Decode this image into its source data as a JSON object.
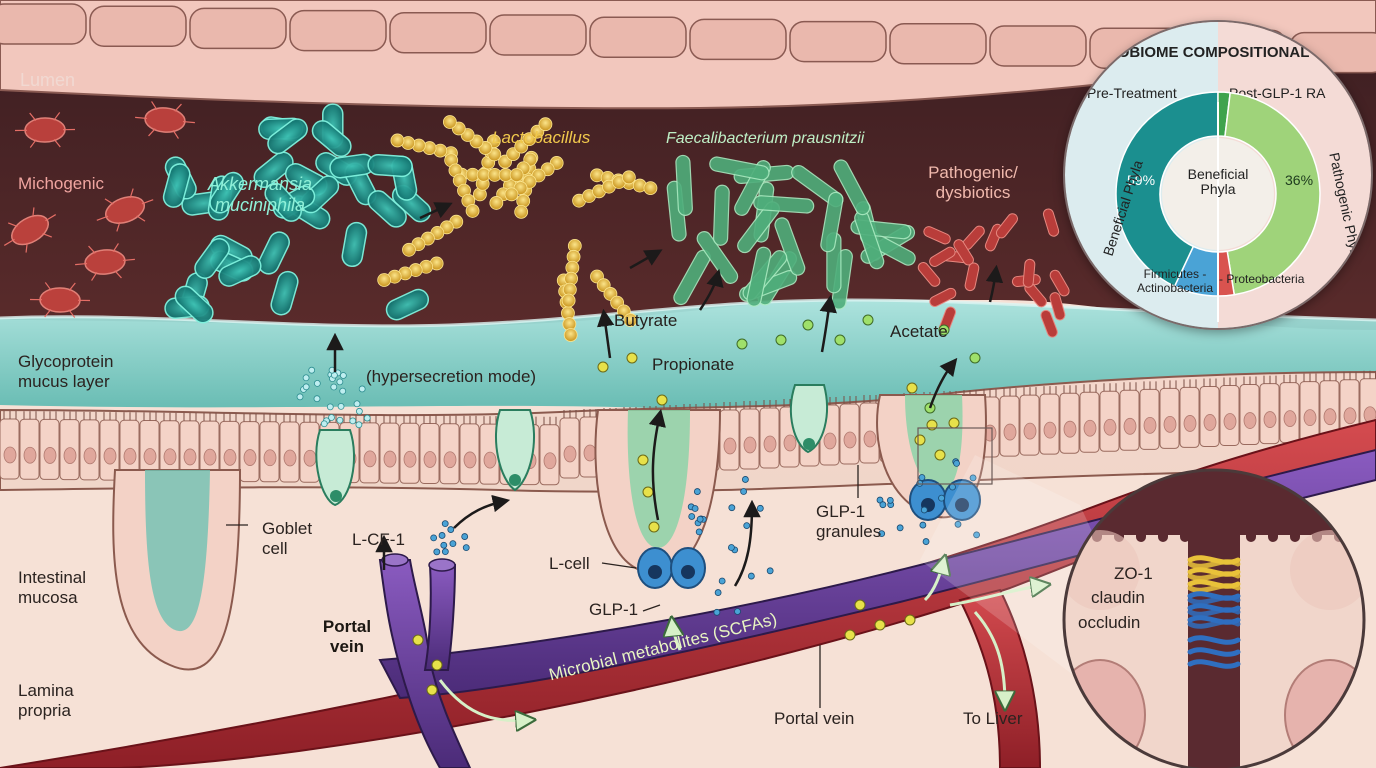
{
  "labels": {
    "lumen": "Lumen",
    "michogenic": "Michogenic",
    "akkermansia": "Akkermansia muciniphila",
    "lactobacillus": "Lactobacillus",
    "faecalibacterium": "Faecalibacterium prausnitzii",
    "pathogenic": "Pathogenic/ dysbiotics",
    "glycoprotein": "Glycoprotein mucus layer",
    "hypersecretion": "(hypersecretion mode)",
    "butyrate": "Butyrate",
    "propionate": "Propionate",
    "acetate": "Acetate",
    "goblet": "Goblet cell",
    "lcf1": "L-CF-1",
    "intestinal_mucosa": "Intestinal mucosa",
    "lamina_propria": "Lamina propria",
    "portal_vein_bold": "Portal vein",
    "lcell": "L-cell",
    "glp1": "GLP-1",
    "glp1_granules": "GLP-1 granules",
    "scfa": "Microbial metabolites (SCFAs)",
    "portal_vein": "Portal vein",
    "to_liver": "To Liver",
    "zo1": "ZO-1",
    "claudin": "claudin",
    "occludin": "occludin"
  },
  "inset": {
    "title": "MICROBIOME COMPOSITIONAL SHIFT",
    "pre": "Pre-Treatment",
    "post": "Post-GLP-1 RA",
    "left_pct": "59%",
    "right_pct": "36%",
    "center": "Beneficial Phyla",
    "left_side": "Beneficial Phyla",
    "right_side": "Pathogenic Phyla",
    "firm": "Firmicutes - Actinobacteria",
    "proteo": "- Proteobacteria",
    "pre_beneficial_pct": 59,
    "post_beneficial_pct": 36
  },
  "colors": {
    "lumen_bg": "#4a2424",
    "mucus": "#8fd3cf",
    "epithelium": "#f1cbc0",
    "vein_blue": "#6a3f9a",
    "artery_red": "#b8333a",
    "akk_teal": "#2aa79d",
    "lacto_yellow": "#e3b733",
    "faec_green": "#5fbf8a",
    "patho_red": "#c44a44",
    "donut_teal": "#1b8f8f",
    "donut_green": "#9fd37a",
    "donut_blue": "#4aa3d6",
    "donut_red": "#d9534f"
  }
}
